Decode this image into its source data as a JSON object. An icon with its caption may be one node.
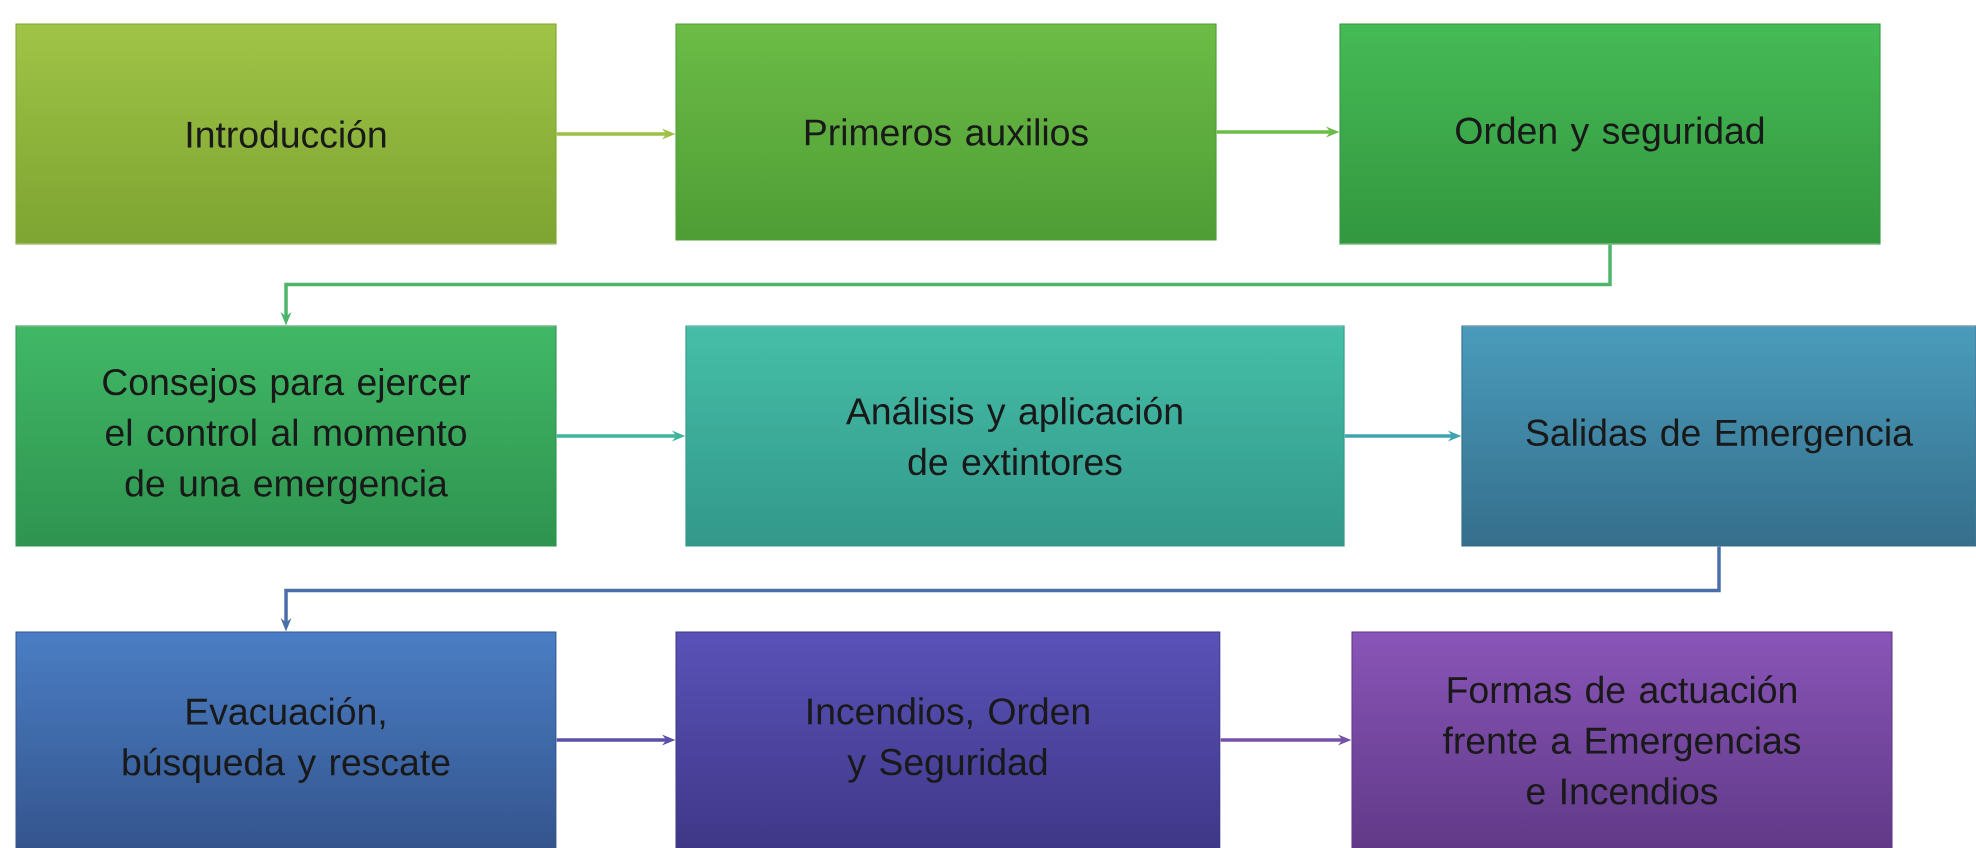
{
  "diagram": {
    "nodes": [
      {
        "text": [
          "Introducción"
        ]
      },
      {
        "text": [
          "Primeros auxilios"
        ]
      },
      {
        "text": [
          "Orden y seguridad"
        ]
      },
      {
        "text": [
          "Consejos para ejercer el control al momento de una emergencia"
        ]
      },
      {
        "text": [
          "Análisis y aplicación de extintores"
        ]
      },
      {
        "text": [
          "Salidas de Emergencia"
        ]
      },
      {
        "text": [
          "Evacuación, búsqueda y rescate"
        ]
      },
      {
        "text": [
          "Incendios, Orden y Seguridad"
        ]
      },
      {
        "text": [
          "Formas de actuación frente a Emergencias e Incendios"
        ]
      }
    ],
    "edges": [
      {
        "from": 0,
        "to": 1,
        "arrow": "to",
        "color": "#9dc143"
      },
      {
        "from": 1,
        "to": 2,
        "arrow": "to",
        "color": "#6dbb48"
      },
      {
        "from": 2,
        "to": 3,
        "arrow": "to",
        "color": "#4db56a"
      },
      {
        "from": 3,
        "to": 4,
        "arrow": "to",
        "color": "#3fb59e"
      },
      {
        "from": 4,
        "to": 5,
        "arrow": "to",
        "color": "#3fa3b0"
      },
      {
        "from": 5,
        "to": 6,
        "arrow": "to",
        "color": "#4a6fa8"
      },
      {
        "from": 6,
        "to": 7,
        "arrow": "to",
        "color": "#5a52a8"
      },
      {
        "from": 7,
        "to": 8,
        "arrow": "to",
        "color": "#7452a8"
      }
    ]
  }
}
